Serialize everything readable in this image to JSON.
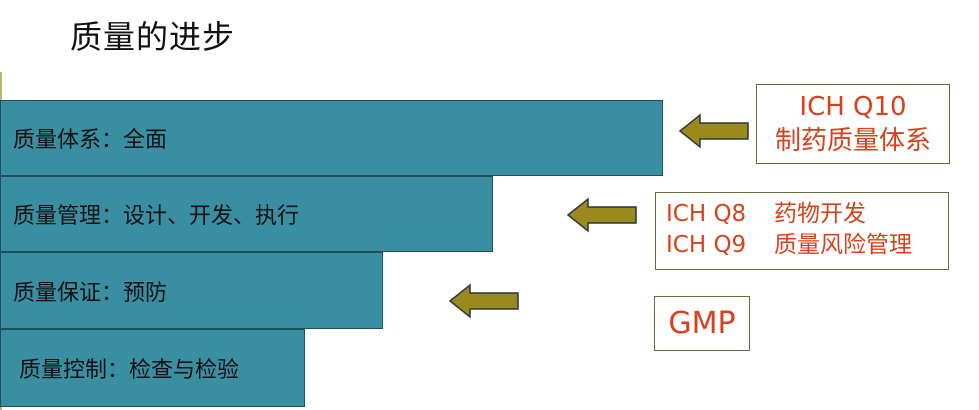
{
  "title": "质量的进步",
  "levels": [
    {
      "label": "质量体系：全面"
    },
    {
      "label": "质量管理：设计、开发、执行"
    },
    {
      "label": "质量保证：预防"
    },
    {
      "label": "质量控制：检查与检验"
    }
  ],
  "references": {
    "q10": {
      "line1": "ICH Q10",
      "line2": "制药质量体系"
    },
    "q8": {
      "code": "ICH Q8",
      "text": "药物开发"
    },
    "q9": {
      "code": "ICH Q9",
      "text": "质量风险管理"
    },
    "gmp": {
      "label": "GMP"
    }
  },
  "colors": {
    "bar_fill": "#3a8ea2",
    "arrow_fill": "#9a8a1e",
    "reference_text": "#d7421c"
  }
}
